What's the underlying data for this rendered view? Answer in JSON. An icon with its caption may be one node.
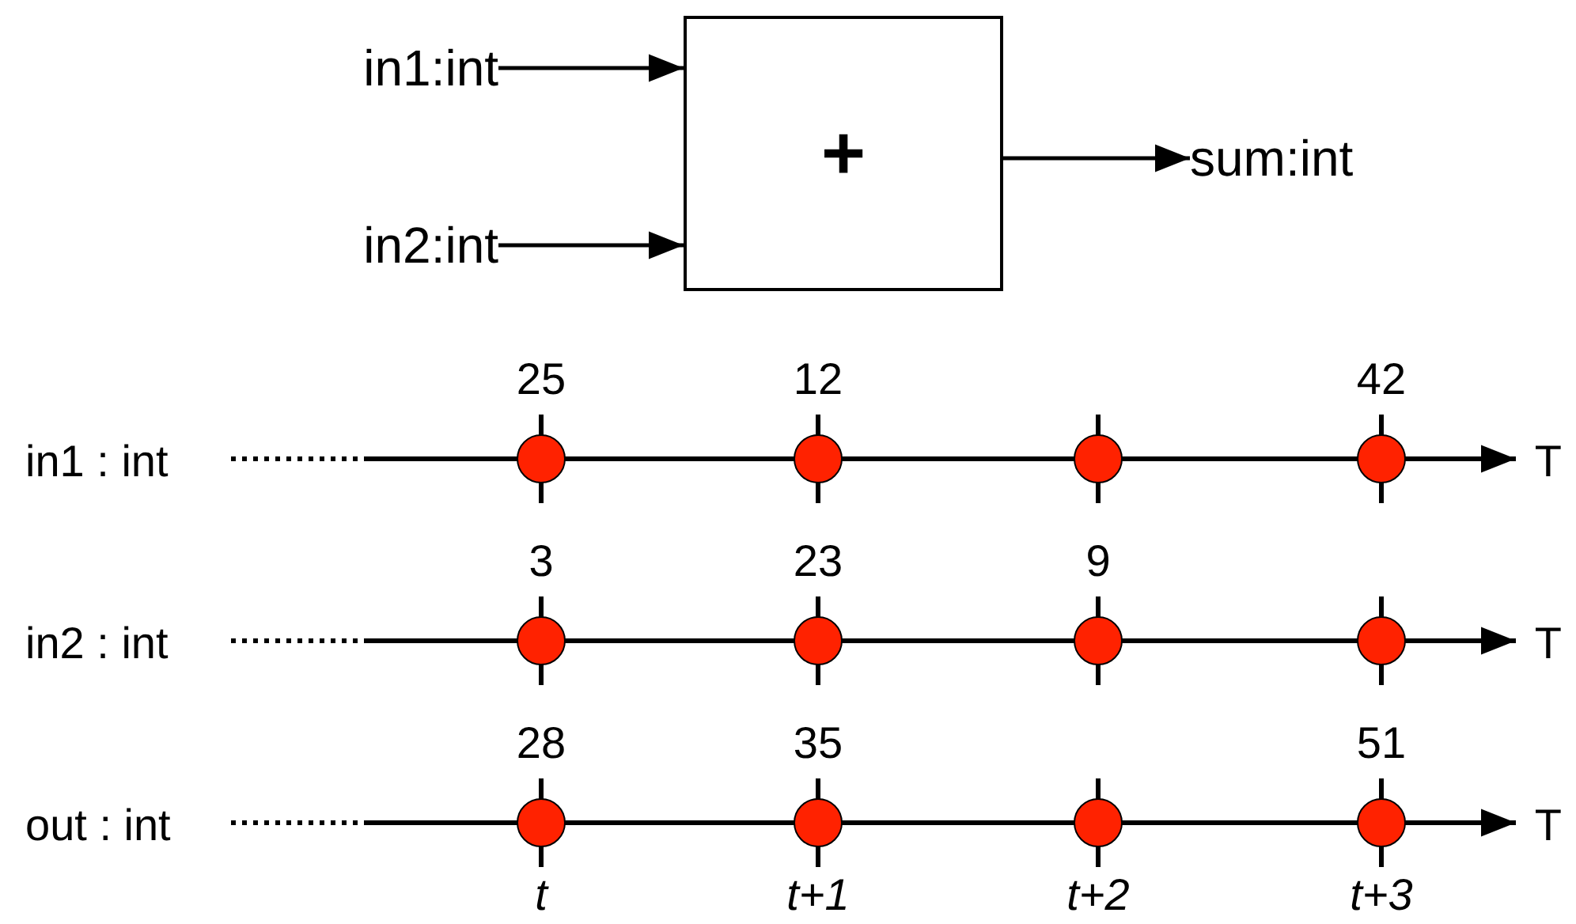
{
  "diagram": {
    "nodes": [
      {
        "text": [
          "in1:int"
        ]
      },
      {
        "text": [
          "in2:int"
        ]
      },
      {
        "text": [
          "+"
        ]
      },
      {
        "text": [
          "sum:int"
        ]
      }
    ],
    "edges": [
      {
        "from": 0,
        "to": 2,
        "arrow": "to"
      },
      {
        "from": 1,
        "to": 2,
        "arrow": "to"
      },
      {
        "from": 2,
        "to": 3,
        "arrow": "to"
      }
    ],
    "labels": [
      "25",
      "12",
      "42",
      "in1 : int",
      "T",
      "3",
      "23",
      "9",
      "in2 : int",
      "T",
      "28",
      "35",
      "51",
      "out : int",
      "T",
      "t",
      "t+1",
      "t+2",
      "t+3"
    ]
  }
}
